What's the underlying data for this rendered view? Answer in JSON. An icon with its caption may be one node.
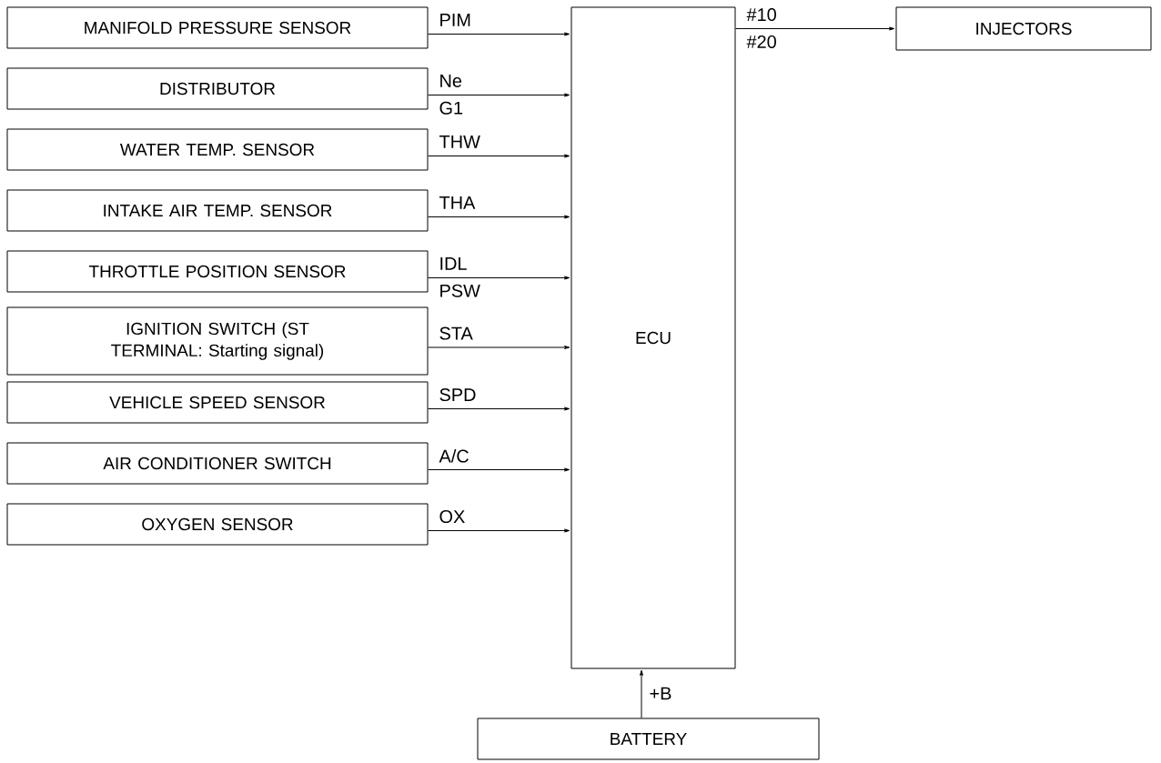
{
  "diagram": {
    "nodes": [
      {
        "text": [
          "MANIFOLD PRESSURE SENSOR"
        ]
      },
      {
        "text": [
          "DISTRIBUTOR"
        ]
      },
      {
        "text": [
          "WATER TEMP. SENSOR"
        ]
      },
      {
        "text": [
          "INTAKE AIR TEMP. SENSOR"
        ]
      },
      {
        "text": [
          "THROTTLE POSITION SENSOR"
        ]
      },
      {
        "text": [
          "IGNITION SWITCH (ST TERMINAL: Starting signal)"
        ]
      },
      {
        "text": [
          "VEHICLE SPEED SENSOR"
        ]
      },
      {
        "text": [
          "AIR CONDITIONER SWITCH"
        ]
      },
      {
        "text": [
          "OXYGEN SENSOR"
        ]
      },
      {
        "text": [
          "ECU"
        ]
      },
      {
        "text": [
          "INJECTORS"
        ]
      },
      {
        "text": [
          "BATTERY"
        ]
      }
    ],
    "edges": [
      {
        "from": 0,
        "to": 9,
        "arrow": "to",
        "label": "PIM"
      },
      {
        "from": 1,
        "to": 9,
        "arrow": "to",
        "label": "Ne G1"
      },
      {
        "from": 2,
        "to": 9,
        "arrow": "to",
        "label": "THW"
      },
      {
        "from": 3,
        "to": 9,
        "arrow": "to",
        "label": "THA"
      },
      {
        "from": 4,
        "to": 9,
        "arrow": "to",
        "label": "IDL PSW"
      },
      {
        "from": 5,
        "to": 9,
        "arrow": "to",
        "label": "STA"
      },
      {
        "from": 6,
        "to": 9,
        "arrow": "to",
        "label": "SPD"
      },
      {
        "from": 7,
        "to": 9,
        "arrow": "to",
        "label": "A/C"
      },
      {
        "from": 8,
        "to": 9,
        "arrow": "to",
        "label": "OX"
      },
      {
        "from": 9,
        "to": 10,
        "arrow": "to",
        "label": "#10 #20"
      },
      {
        "from": 11,
        "to": 9,
        "arrow": "to",
        "label": "+B"
      }
    ]
  }
}
